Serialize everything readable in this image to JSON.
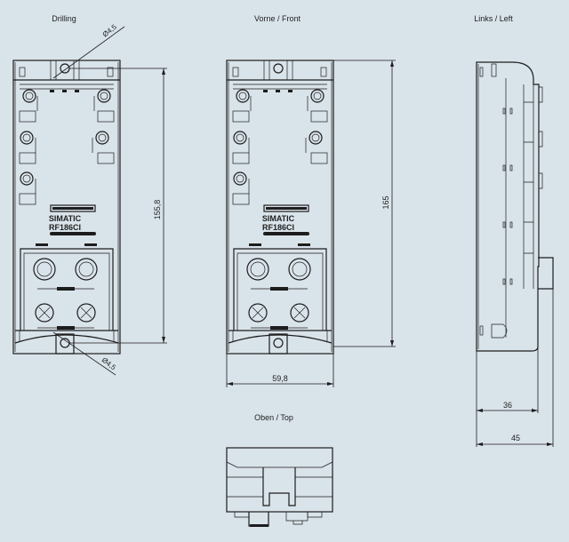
{
  "views": {
    "drilling": {
      "title": "Drilling",
      "hole_diameter_top": "Ø4,5",
      "hole_diameter_bottom": "Ø4,5",
      "hole_spacing": "155,8"
    },
    "front": {
      "title": "Vorne / Front",
      "height": "165",
      "width": "59,8"
    },
    "left": {
      "title": "Links / Left",
      "depth_body": "36",
      "depth_total": "45"
    },
    "top": {
      "title": "Oben / Top"
    }
  },
  "device": {
    "brand": "SIMATIC",
    "model": "RF186CI"
  }
}
